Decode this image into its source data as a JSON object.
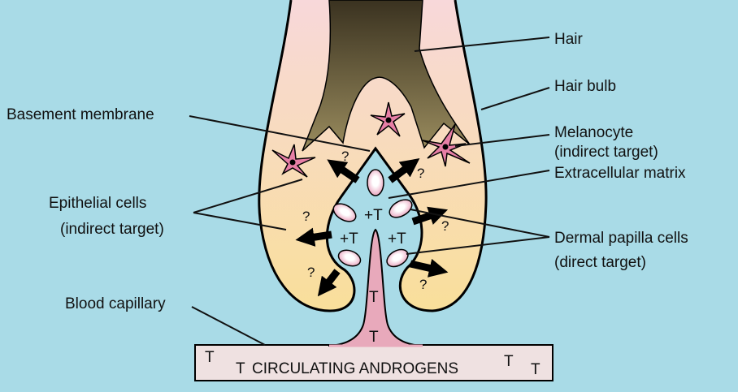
{
  "labels": {
    "hair": "Hair",
    "hair_bulb": "Hair bulb",
    "basement_membrane": "Basement membrane",
    "melanocyte": "Melanocyte",
    "melanocyte_sub": "(indirect target)",
    "extracellular_matrix": "Extracellular matrix",
    "epithelial_cells": "Epithelial cells",
    "epithelial_cells_sub": "(indirect target)",
    "dermal_papilla_cells": "Dermal papilla cells",
    "dermal_papilla_cells_sub": "(direct target)",
    "blood_capillary": "Blood capillary"
  },
  "inner": {
    "plus_t": "+T",
    "t": "T",
    "question": "?",
    "circulating": "CIRCULATING ANDROGENS"
  },
  "colors": {
    "background": "#a9dbe7",
    "bulb_top": "#f7d6d6",
    "bulb_bottom": "#f9dd9c",
    "hair_dark": "#3f3620",
    "capillary": "#efe1e1",
    "stem": "#e8a9bb",
    "melanocyte": "#e77fa6"
  }
}
